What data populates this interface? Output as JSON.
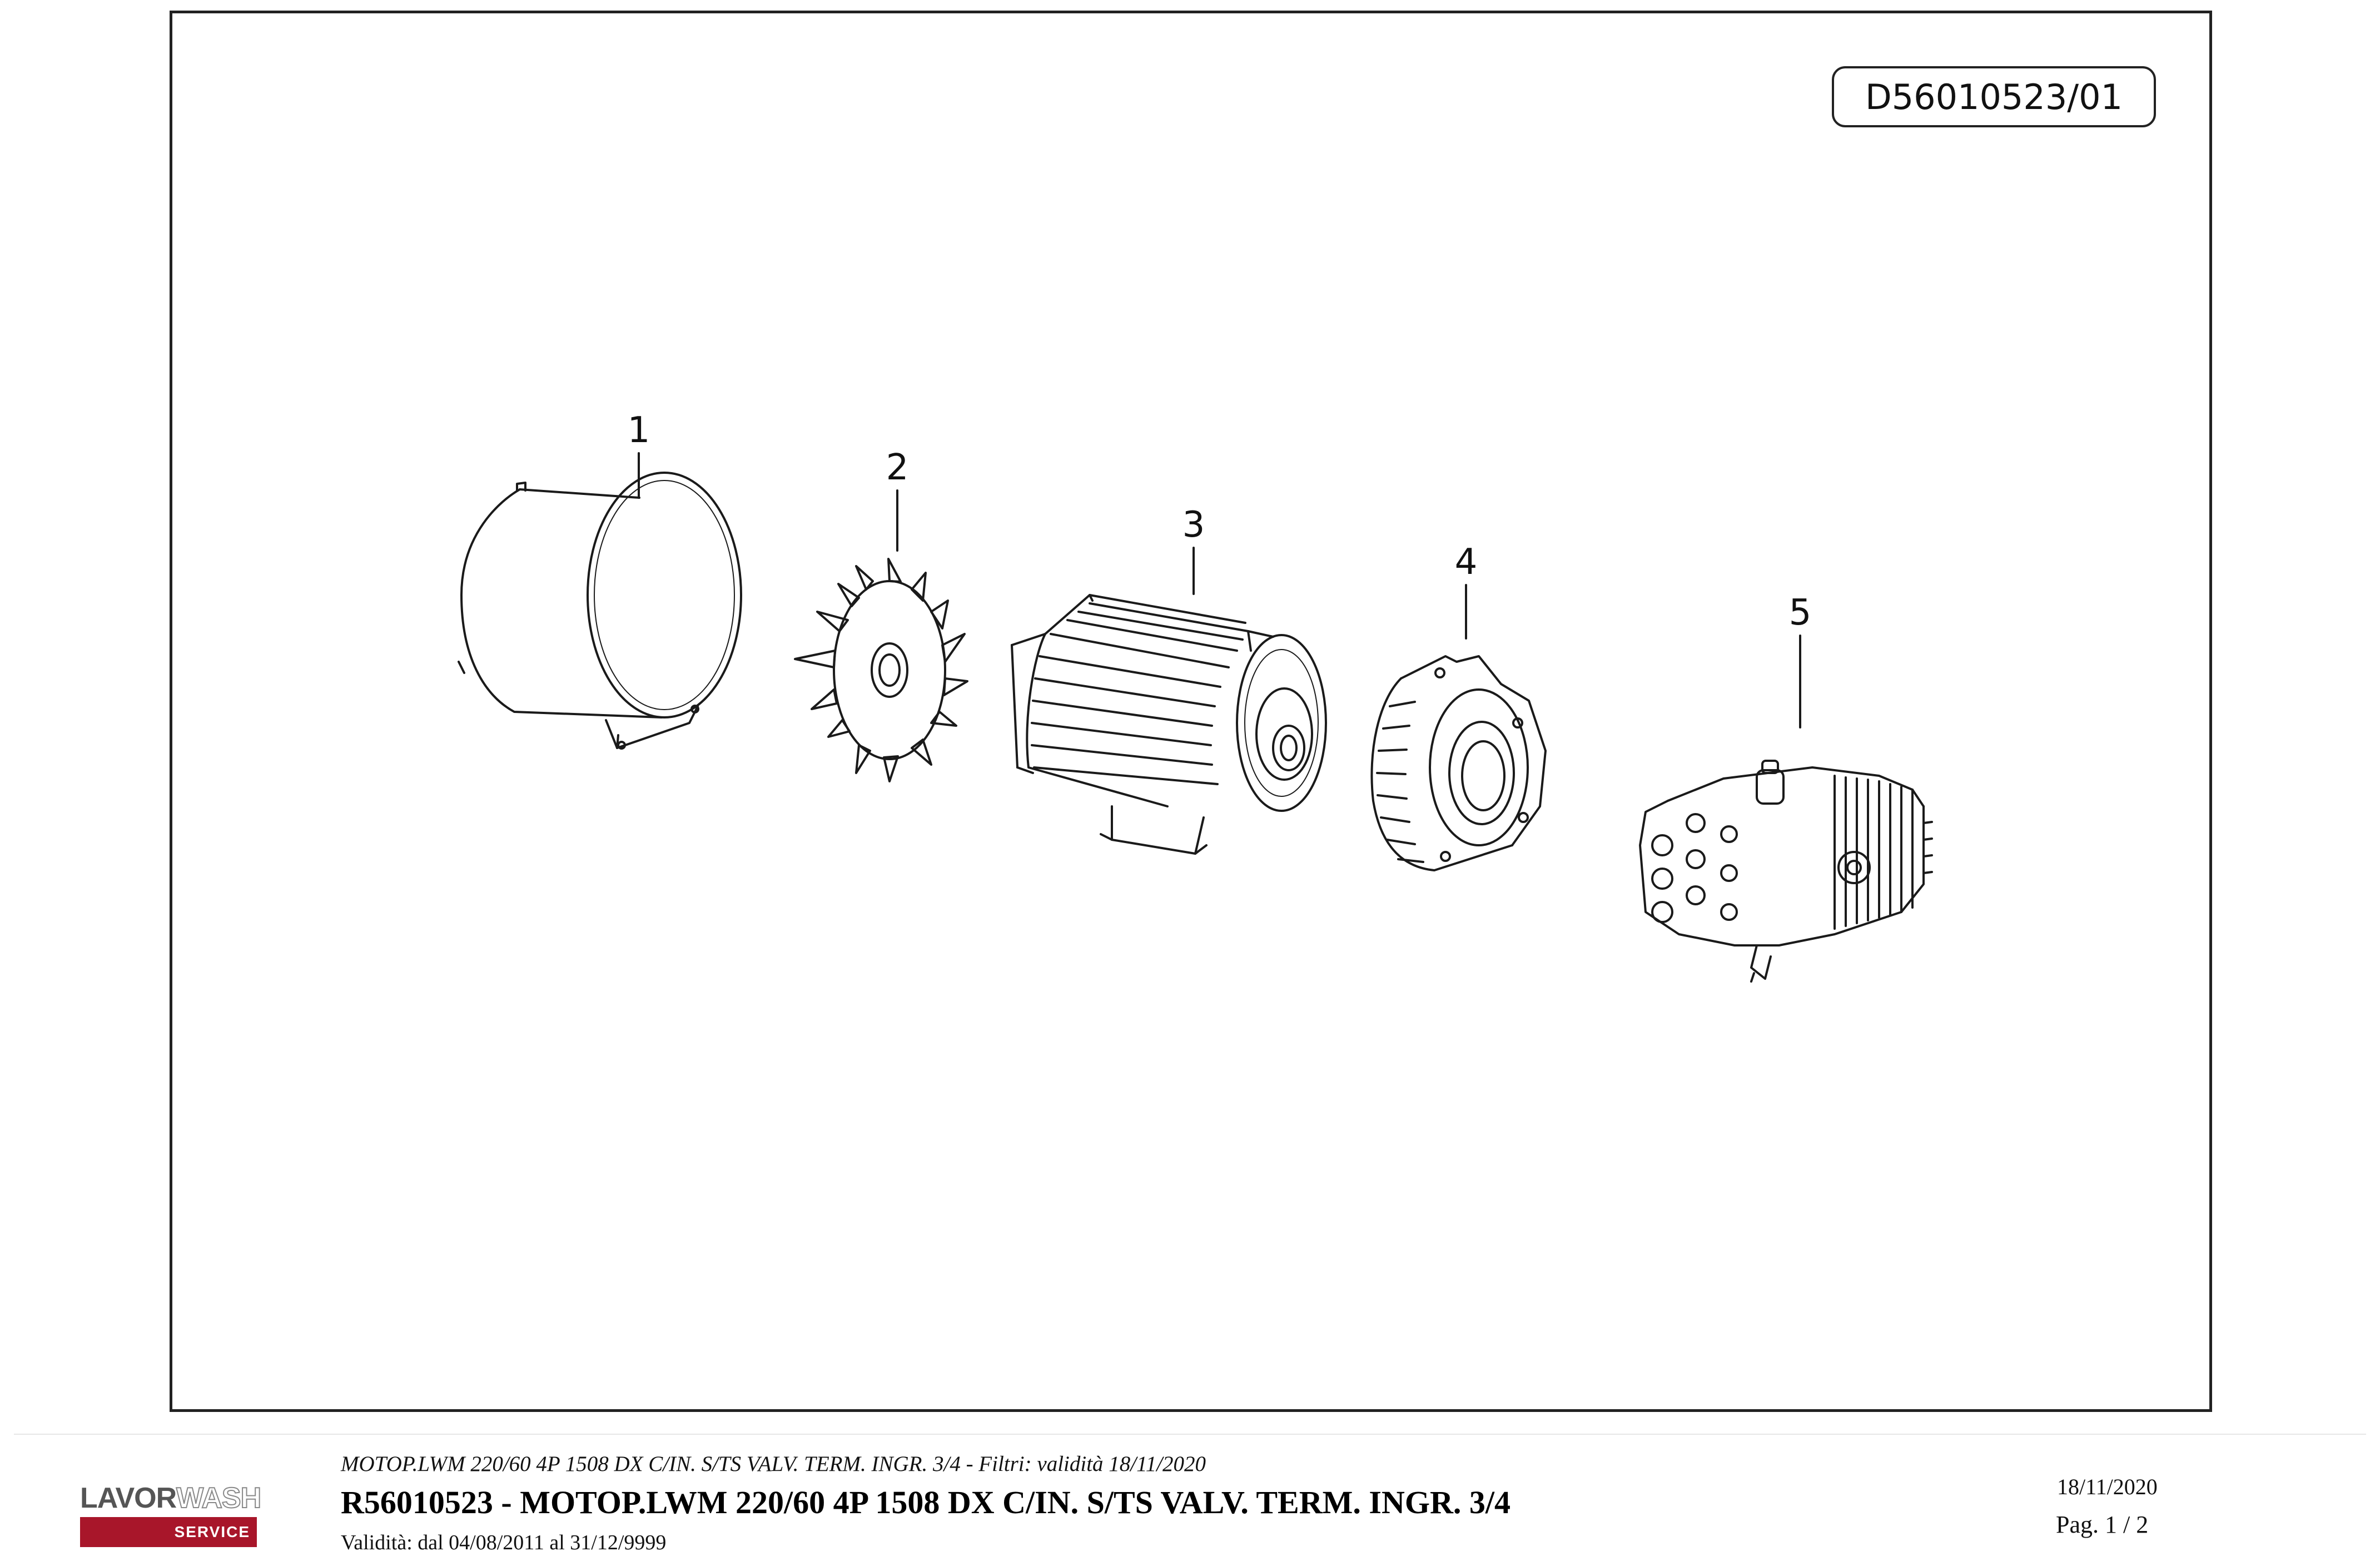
{
  "drawing_code": "D56010523/01",
  "parts": [
    {
      "number": "1",
      "icon": "motor-cover-icon"
    },
    {
      "number": "2",
      "icon": "cooling-fan-icon"
    },
    {
      "number": "3",
      "icon": "electric-motor-icon"
    },
    {
      "number": "4",
      "icon": "motor-flange-icon"
    },
    {
      "number": "5",
      "icon": "pump-head-icon"
    }
  ],
  "footer": {
    "subtitle": "MOTOP.LWM 220/60 4P 1508 DX C/IN. S/TS VALV. TERM. INGR. 3/4 - Filtri: validità 18/11/2020",
    "title": "R56010523 - MOTOP.LWM 220/60 4P 1508 DX C/IN. S/TS VALV. TERM. INGR. 3/4",
    "validity": "Validità: dal 04/08/2011 al 31/12/9999",
    "date": "18/11/2020",
    "page": "Pag. 1 / 2"
  },
  "logo": {
    "brand_left": "LAVOR",
    "brand_right": "WASH",
    "tagline": "SERVICE",
    "accent_color": "#a8162a"
  }
}
